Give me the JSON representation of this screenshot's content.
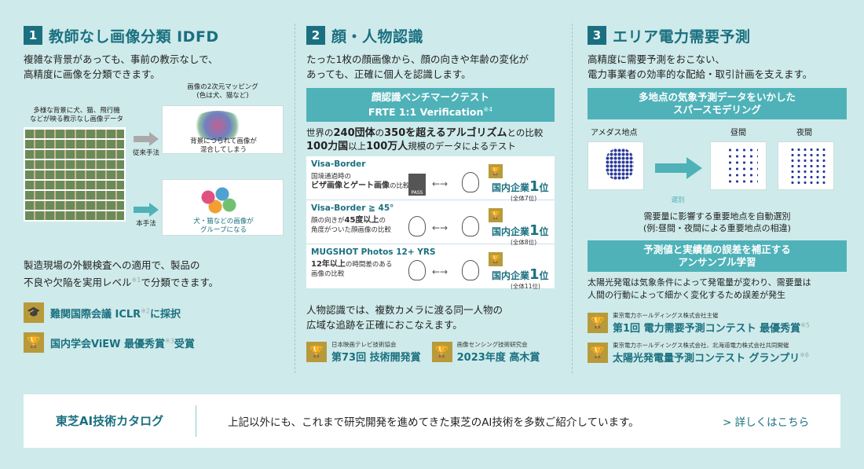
{
  "s1": {
    "num": "1",
    "title": "教師なし画像分類 IDFD",
    "lead1": "複雑な背景があっても、事前の教示なしで、",
    "lead2": "高精度に画像を分類できます。",
    "fig_input1": "多様な背景に犬、猫、飛行機",
    "fig_input2": "などが映る教示なし画像データ",
    "fig_map1": "画像の2次元マッピング",
    "fig_map2": "(色は犬、猫など)",
    "old_method": "従来手法",
    "old_result1": "背景につられて画像が",
    "old_result2": "混合してしまう",
    "new_method": "本手法",
    "new_result1": "犬・猫などの画像が",
    "new_result2": "グループになる",
    "body1": "製造現場の外観検査への適用で、製品の",
    "body2a": "不良や欠陥を実用レベル",
    "body2note": "※1",
    "body2b": "で分類できます。",
    "award1": "難関国際会議 ICLR",
    "award1note": "※2",
    "award1b": "に採択",
    "award2": "国内学会ViEW 最優秀賞",
    "award2note": "※3",
    "award2b": "受賞"
  },
  "s2": {
    "num": "2",
    "title": "顔・人物認識",
    "lead1": "たった1枚の顔画像から、顔の向きや年齢の変化が",
    "lead2": "あっても、正確に個人を認識します。",
    "bar1": "顔認識ベンチマークテスト",
    "bar2": "FRTE 1:1 Verification",
    "barnote": "※4",
    "cmp1a": "世界の",
    "cmp1b": "240団体",
    "cmp1c": "の",
    "cmp1d": "350を超えるアルゴリズム",
    "cmp1e": "との比較",
    "cmp2a": "100力国",
    "cmp2b": "以上",
    "cmp2c": "100万人",
    "cmp2d": "規模のデータによるテスト",
    "rows": [
      {
        "name": "Visa-Border",
        "d1": "国境通過時の",
        "d2": "ビザ画像とゲート画像",
        "d3": "の比較",
        "rank": "国内企業",
        "rnum": "1",
        "pos": "位",
        "sub": "(全体7位)"
      },
      {
        "name": "Visa-Border ≧ 45°",
        "d1": "顔の向きが",
        "d2": "45度以上",
        "d3": "の",
        "d4": "角度がついた顔画像の比較",
        "rank": "国内企業",
        "rnum": "1",
        "pos": "位",
        "sub": "(全体8位)"
      },
      {
        "name": "MUGSHOT Photos 12+ YRS",
        "d1": "12年以上",
        "d2": "の時間差のある",
        "d3": "画像の比較",
        "rank": "国内企業",
        "rnum": "1",
        "pos": "位",
        "sub": "(全体11位)"
      }
    ],
    "passport": "PASS",
    "body1": "人物認識では、複数カメラに渡る同一人物の",
    "body2": "広域な追跡を正確におこなえます。",
    "aw1org": "日本映画テレビ技術協会",
    "aw1": "第73回 技術開発賞",
    "aw2org": "画像センシング技術研究会",
    "aw2": "2023年度 高木賞"
  },
  "s3": {
    "num": "3",
    "title": "エリア電力需要予測",
    "lead1": "高精度に需要予測をおこない、",
    "lead2": "電力事業者の効率的な配給・取引計画を支えます。",
    "bar1a": "多地点の気象予測データをいかした",
    "bar1b": "スパースモデリング",
    "m1": "アメダス地点",
    "m2": "昼間",
    "m3": "夜間",
    "select": "選別",
    "note1": "需要量に影響する重要地点を自動選別",
    "note2": "(例:昼間・夜間による重要地点の相違)",
    "bar2a": "予測値と実績値の誤差を補正する",
    "bar2b": "アンサンブル学習",
    "txt1": "太陽光発電は気象条件によって発電量が変わり、需要量は",
    "txt2": "人間の行動によって細かく変化するため誤差が発生",
    "aw1org": "東京電力ホールディングス株式会社主催",
    "aw1": "第1回 電力需要予測コンテスト 最優秀賞",
    "aw1note": "※5",
    "aw2org": "東京電力ホールディングス株式会社、北海道電力株式会社共同開催",
    "aw2": "太陽光発電量予測コンテスト グランプリ",
    "aw2note": "※6"
  },
  "footer": {
    "catalog": "東芝AI技術カタログ",
    "desc": "上記以外にも、これまで研究開発を進めてきた東芝のAI技術を多数ご紹介しています。",
    "more": "> 詳しくはこちら"
  },
  "colors": {
    "accent": "#1a7080",
    "bar": "#4fb2b8",
    "gold": "#b89a3a",
    "bg": "#cfeaea"
  }
}
